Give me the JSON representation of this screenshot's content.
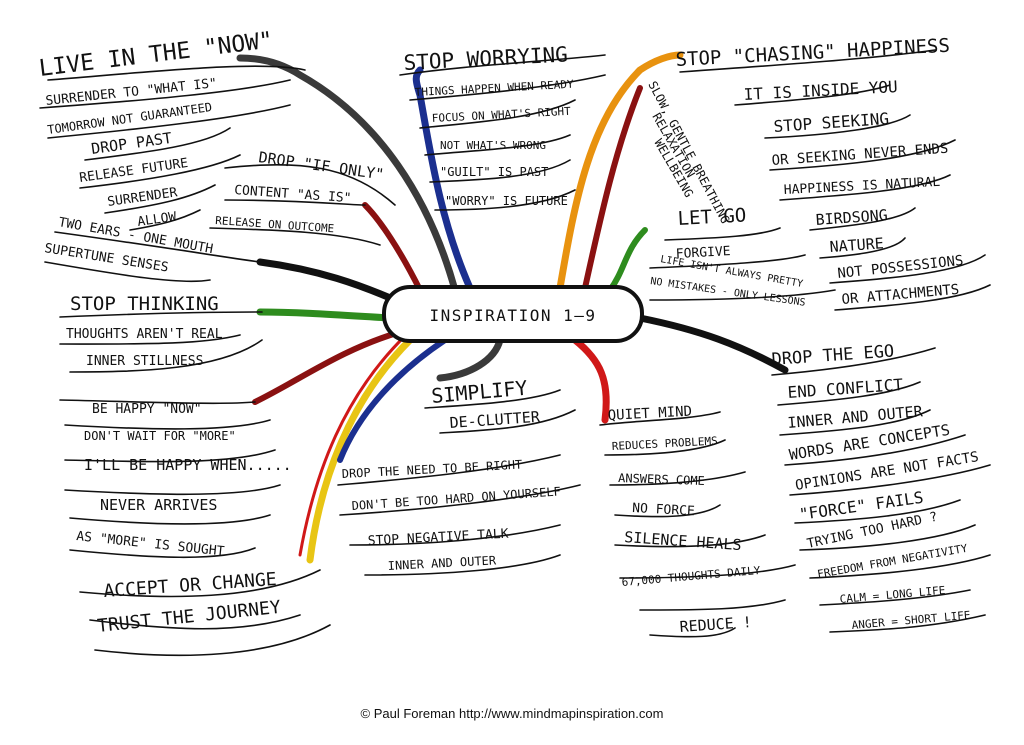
{
  "center": "INSPIRATION 1—9",
  "credit": "© Paul Foreman http://www.mindmapinspiration.com",
  "colors": {
    "black": "#111111",
    "blue": "#1b2f8f",
    "dark_gray": "#3a3a3a",
    "orange": "#e8920f",
    "dark_red": "#8a1111",
    "red": "#d01818",
    "green": "#2e8c1e",
    "yellow": "#e8c514"
  },
  "branches": {
    "live_in_the_now": {
      "title": "LIVE IN THE \"NOW\"",
      "items": [
        "SURRENDER TO \"WHAT IS\"",
        "TOMORROW NOT GUARANTEED",
        "DROP PAST",
        "RELEASE FUTURE",
        "SURRENDER",
        "ALLOW"
      ]
    },
    "drop_if_only": {
      "title": "DROP \"IF ONLY\"",
      "items": [
        "CONTENT \"AS IS\"",
        "RELEASE ON OUTCOME"
      ]
    },
    "two_ears": {
      "title": "TWO EARS - ONE MOUTH",
      "items": [
        "SUPERTUNE SENSES"
      ]
    },
    "stop_worrying": {
      "title": "STOP WORRYING",
      "items": [
        "THINGS HAPPEN WHEN READY",
        "FOCUS ON WHAT'S RIGHT",
        "NOT WHAT'S WRONG",
        "\"GUILT\" IS PAST",
        "\"WORRY\" IS FUTURE"
      ]
    },
    "slow_breathing": {
      "title": "SLOW, GENTLE BREATHING",
      "items": [
        "RELAXATION",
        "WELLBEING"
      ]
    },
    "stop_chasing": {
      "title": "STOP \"CHASING\" HAPPINESS",
      "items": [
        "IT IS INSIDE YOU",
        "STOP SEEKING",
        "OR SEEKING NEVER ENDS",
        "HAPPINESS IS NATURAL",
        "BIRDSONG",
        "NATURE",
        "NOT POSSESSIONS",
        "OR ATTACHMENTS"
      ]
    },
    "let_go": {
      "title": "LET GO",
      "items": [
        "FORGIVE",
        "LIFE ISN'T ALWAYS PRETTY",
        "NO MISTAKES - ONLY LESSONS"
      ]
    },
    "stop_thinking": {
      "title": "STOP THINKING",
      "items": [
        "THOUGHTS AREN'T REAL",
        "INNER STILLNESS"
      ]
    },
    "be_happy_now": {
      "title": "BE HAPPY \"NOW\"",
      "items": [
        "DON'T WAIT FOR \"MORE\"",
        "I'LL BE HAPPY WHEN.....",
        "NEVER ARRIVES",
        "AS \"MORE\" IS SOUGHT"
      ]
    },
    "accept_or_change": {
      "title": "ACCEPT OR CHANGE",
      "items": [
        "TRUST THE JOURNEY"
      ]
    },
    "simplify": {
      "title": "SIMPLIFY",
      "items": [
        "DE-CLUTTER"
      ]
    },
    "drop_the_need": {
      "title": "DROP THE NEED TO BE RIGHT",
      "items": [
        "DON'T BE TOO HARD ON YOURSELF",
        "STOP NEGATIVE TALK",
        "INNER AND OUTER"
      ]
    },
    "quiet_mind": {
      "title": "QUIET MIND",
      "items": [
        "REDUCES PROBLEMS",
        "ANSWERS COME",
        "NO FORCE",
        "SILENCE HEALS",
        "67,000 THOUGHTS DAILY",
        "REDUCE !"
      ]
    },
    "drop_the_ego": {
      "title": "DROP THE EGO",
      "items": [
        "END CONFLICT",
        "INNER AND OUTER",
        "WORDS ARE CONCEPTS",
        "OPINIONS ARE NOT FACTS",
        "\"FORCE\" FAILS",
        "TRYING TOO HARD ?",
        "FREEDOM FROM NEGATIVITY",
        "CALM = LONG LIFE",
        "ANGER = SHORT LIFE"
      ]
    }
  }
}
